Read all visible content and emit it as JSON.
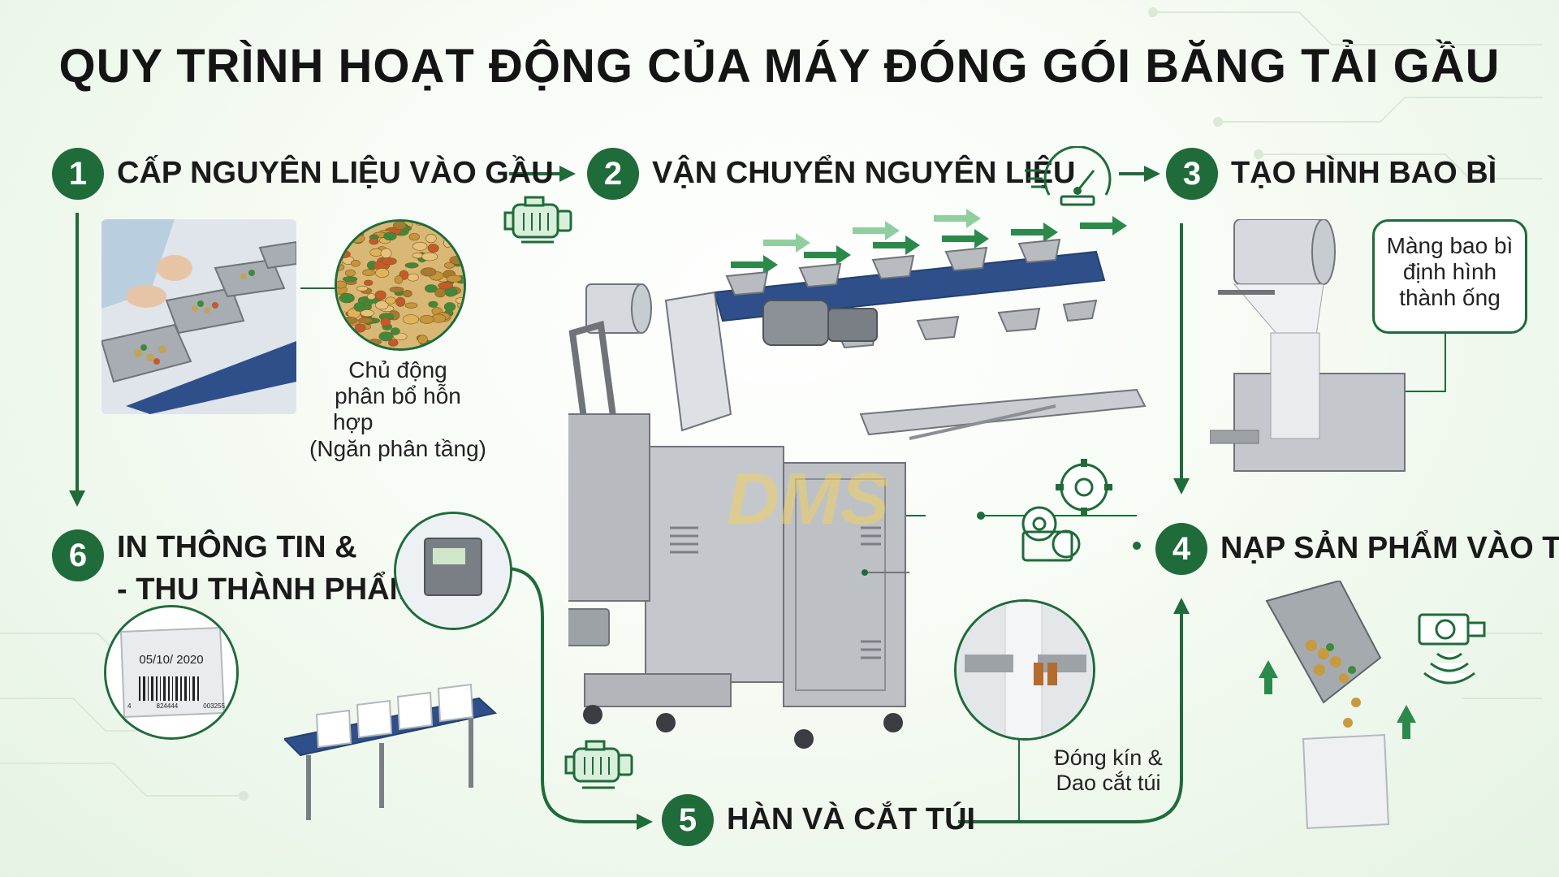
{
  "title": "QUY TRÌNH HOẠT ĐỘNG CỦA MÁY ĐÓNG GÓI BĂNG TẢI GẦU",
  "brand": "DMS",
  "colors": {
    "accent": "#1f6b3a",
    "arrow": "#2b8a4a",
    "arrow_light": "#8fcf9f",
    "belt": "#2f4f8a",
    "metal": "#bfc3c8"
  },
  "steps": [
    {
      "number": "1",
      "label": "CẤP NGUYÊN LIỆU VÀO GẦU"
    },
    {
      "number": "2",
      "label": "VẬN CHUYỂN NGUYÊN LIỆU"
    },
    {
      "number": "3",
      "label": "TẠO HÌNH BAO BÌ"
    },
    {
      "number": "4",
      "label": "NẠP SẢN PHẨM VÀO TÚI"
    },
    {
      "number": "5",
      "label": "HÀN VÀ CẮT TÚI"
    },
    {
      "number": "6",
      "label_line1": "IN THÔNG TIN &",
      "label_line2": "- THU THÀNH PHẨM"
    }
  ],
  "captions": {
    "mixing_line1": "Chủ động",
    "mixing_line2": "phân bổ hỗn",
    "mixing_line3": "hợp",
    "mixing_line4": "(Ngăn phân tầng)",
    "film_line1": "Màng bao bì",
    "film_line2": "định hình",
    "film_line3": "thành ống",
    "seal_line1": "Đóng kín &",
    "seal_line2": "Dao cắt túi"
  },
  "package": {
    "date": "05/10/ 2020",
    "barcode_left": "4",
    "barcode_mid": "824444",
    "barcode_right": "003255"
  },
  "icons": [
    "motor-icon",
    "speedometer-icon",
    "gear-icon",
    "sensor-icon",
    "printer-icon"
  ]
}
